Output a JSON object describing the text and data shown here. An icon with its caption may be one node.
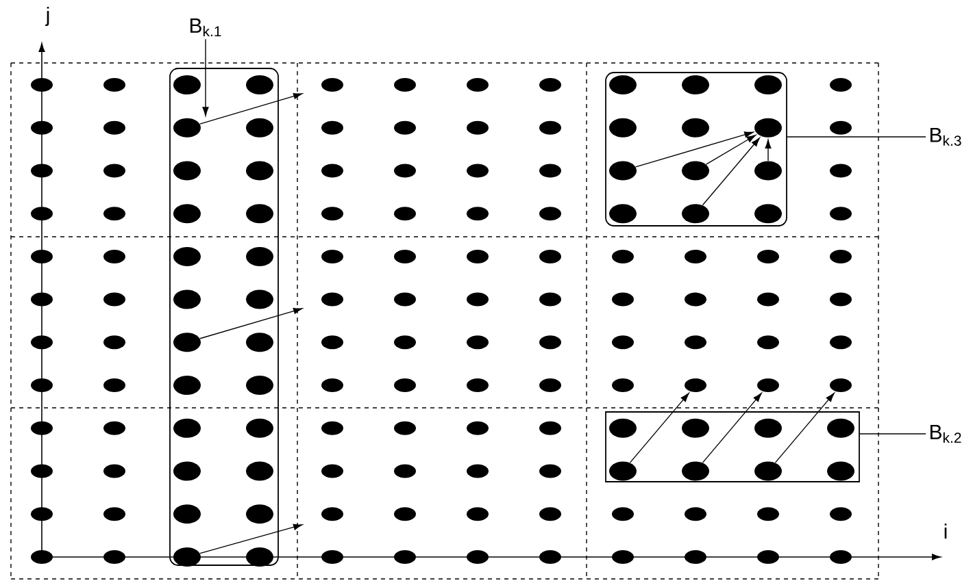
{
  "diagram": {
    "nodes": [
      {
        "text": [
          "B$_{k.1}$"
        ]
      },
      {
        "text": [],
        "shape": "box"
      },
      {
        "text": [],
        "shape": "circle",
        "in": 1
      },
      {
        "text": [],
        "shape": "circle",
        "in": 1
      },
      {
        "text": [],
        "shape": "circle",
        "in": 1
      },
      {
        "text": [
          "B$_{k.3}$"
        ]
      },
      {
        "text": [],
        "shape": "box"
      },
      {
        "text": [],
        "shape": "circle",
        "in": 6
      },
      {
        "text": [],
        "shape": "circle",
        "in": 6
      },
      {
        "text": [],
        "shape": "circle",
        "in": 6
      },
      {
        "text": [],
        "shape": "circle",
        "in": 6
      },
      {
        "text": [],
        "shape": "circle",
        "in": 6
      },
      {
        "text": [],
        "shape": "circle"
      },
      {
        "text": [],
        "shape": "circle"
      },
      {
        "text": [],
        "shape": "circle"
      },
      {
        "text": [
          "B$_{k.2}$"
        ]
      },
      {
        "text": [],
        "shape": "box"
      },
      {
        "text": [],
        "shape": "circle",
        "in": 16
      },
      {
        "text": [],
        "shape": "circle",
        "in": 16
      },
      {
        "text": [],
        "shape": "circle",
        "in": 16
      }
    ],
    "edges": [
      {
        "from": 0,
        "to": 2,
        "arrow": "to"
      },
      {
        "from": 2,
        "to": null,
        "arrow": "to"
      },
      {
        "from": 3,
        "to": null,
        "arrow": "to"
      },
      {
        "from": 4,
        "to": null,
        "arrow": "to"
      },
      {
        "from": 5,
        "to": 6,
        "arrow": "none"
      },
      {
        "from": 8,
        "to": 7,
        "arrow": "to"
      },
      {
        "from": 9,
        "to": 7,
        "arrow": "to"
      },
      {
        "from": 10,
        "to": 7,
        "arrow": "to"
      },
      {
        "from": 11,
        "to": 7,
        "arrow": "to"
      },
      {
        "from": 15,
        "to": 16,
        "arrow": "none"
      },
      {
        "from": 17,
        "to": 12,
        "arrow": "to"
      },
      {
        "from": 18,
        "to": 13,
        "arrow": "to"
      },
      {
        "from": 19,
        "to": 14,
        "arrow": "to"
      }
    ],
    "labels": [
      "j",
      "i"
    ]
  }
}
